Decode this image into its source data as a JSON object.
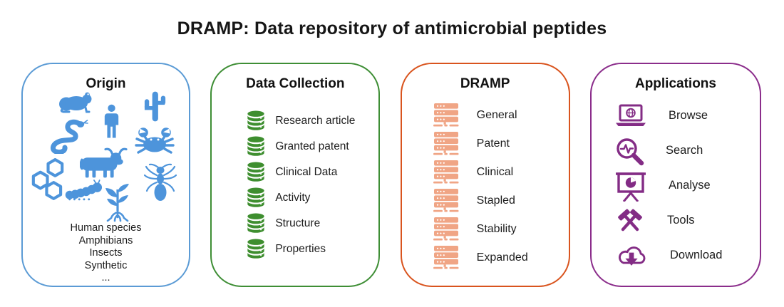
{
  "title": "DRAMP: Data repository of antimicrobial peptides",
  "colors": {
    "blue_border": "#5B9BD5",
    "blue_icon": "#4D94DB",
    "green_border": "#3E8E35",
    "green_icon": "#3E8E2F",
    "orange_border": "#D9541E",
    "salmon_icon": "#F0A585",
    "purple": "#832C85",
    "title_text": "#161616"
  },
  "panels": {
    "origin": {
      "title": "Origin",
      "icon_names": [
        "frog-icon",
        "human-icon",
        "cactus-icon",
        "snake-icon",
        "crab-icon",
        "molecule-icon",
        "bull-icon",
        "ant-icon",
        "caterpillar-icon",
        "plant-icon"
      ],
      "labels": [
        "Human species",
        "Amphibians",
        "Insects",
        "Synthetic",
        "..."
      ]
    },
    "data_collection": {
      "title": "Data Collection",
      "icon_name": "database-icon",
      "items": [
        "Research article",
        "Granted patent",
        "Clinical Data",
        "Activity",
        "Structure",
        "Properties"
      ]
    },
    "dramp": {
      "title": "DRAMP",
      "icon_name": "server-icon",
      "items": [
        "General",
        "Patent",
        "Clinical",
        "Stapled",
        "Stability",
        "Expanded"
      ]
    },
    "applications": {
      "title": "Applications",
      "items": [
        {
          "icon": "laptop-globe-icon",
          "label": "Browse"
        },
        {
          "icon": "magnifier-pulse-icon",
          "label": "Search"
        },
        {
          "icon": "presentation-pie-icon",
          "label": "Analyse"
        },
        {
          "icon": "crossed-hammers-icon",
          "label": "Tools"
        },
        {
          "icon": "cloud-download-icon",
          "label": "Download"
        }
      ]
    }
  }
}
